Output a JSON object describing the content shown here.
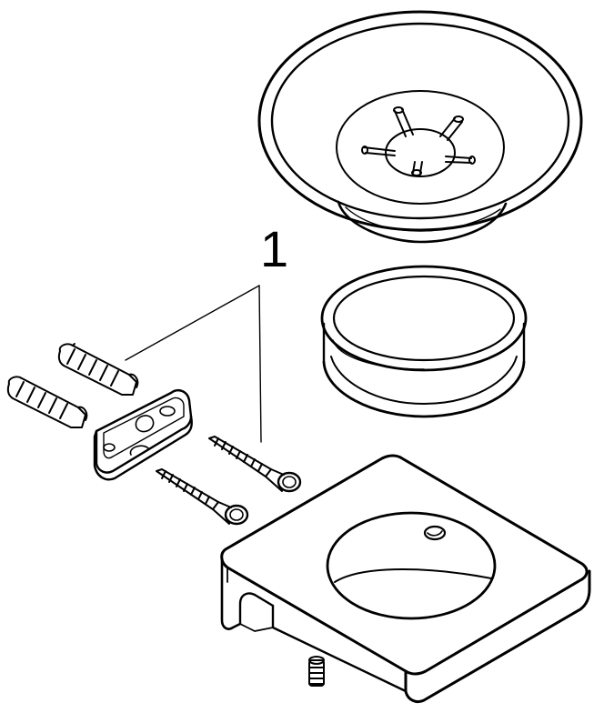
{
  "callout": {
    "number": "1"
  },
  "colors": {
    "line": "#000000",
    "background": "#ffffff"
  },
  "parts": [
    {
      "name": "soap-dish"
    },
    {
      "name": "rubber-ring"
    },
    {
      "name": "wall-holder"
    },
    {
      "name": "mounting-plate"
    },
    {
      "name": "wall-plug"
    },
    {
      "name": "wall-plug"
    },
    {
      "name": "screw"
    },
    {
      "name": "screw"
    },
    {
      "name": "set-screw"
    }
  ]
}
